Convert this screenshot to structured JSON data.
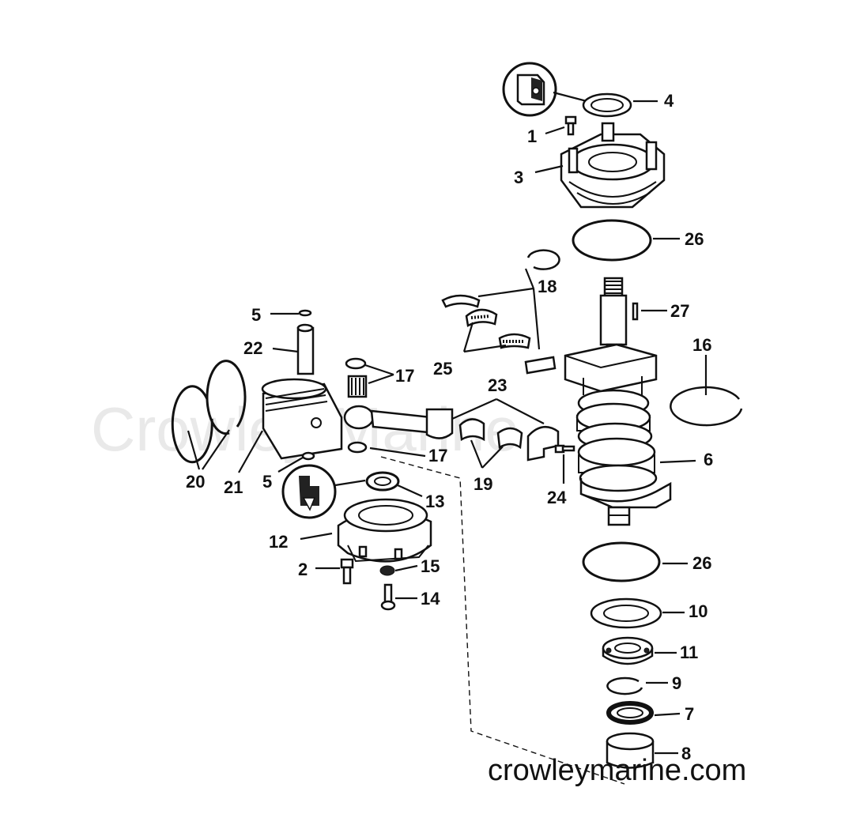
{
  "watermark": "Crowley Marine",
  "site_label": "crowleymarine.com",
  "parts": [
    {
      "id": "p1",
      "number": "1"
    },
    {
      "id": "p2",
      "number": "2"
    },
    {
      "id": "p3",
      "number": "3"
    },
    {
      "id": "p4",
      "number": "4"
    },
    {
      "id": "p5a",
      "number": "5"
    },
    {
      "id": "p5b",
      "number": "5"
    },
    {
      "id": "p6",
      "number": "6"
    },
    {
      "id": "p7",
      "number": "7"
    },
    {
      "id": "p8",
      "number": "8"
    },
    {
      "id": "p9",
      "number": "9"
    },
    {
      "id": "p10",
      "number": "10"
    },
    {
      "id": "p11",
      "number": "11"
    },
    {
      "id": "p12",
      "number": "12"
    },
    {
      "id": "p13",
      "number": "13"
    },
    {
      "id": "p14",
      "number": "14"
    },
    {
      "id": "p15",
      "number": "15"
    },
    {
      "id": "p16",
      "number": "16"
    },
    {
      "id": "p17a",
      "number": "17"
    },
    {
      "id": "p17b",
      "number": "17"
    },
    {
      "id": "p18",
      "number": "18"
    },
    {
      "id": "p19",
      "number": "19"
    },
    {
      "id": "p20",
      "number": "20"
    },
    {
      "id": "p21",
      "number": "21"
    },
    {
      "id": "p22",
      "number": "22"
    },
    {
      "id": "p23",
      "number": "23"
    },
    {
      "id": "p24",
      "number": "24"
    },
    {
      "id": "p25",
      "number": "25"
    },
    {
      "id": "p26a",
      "number": "26"
    },
    {
      "id": "p26b",
      "number": "26"
    },
    {
      "id": "p27",
      "number": "27"
    }
  ]
}
